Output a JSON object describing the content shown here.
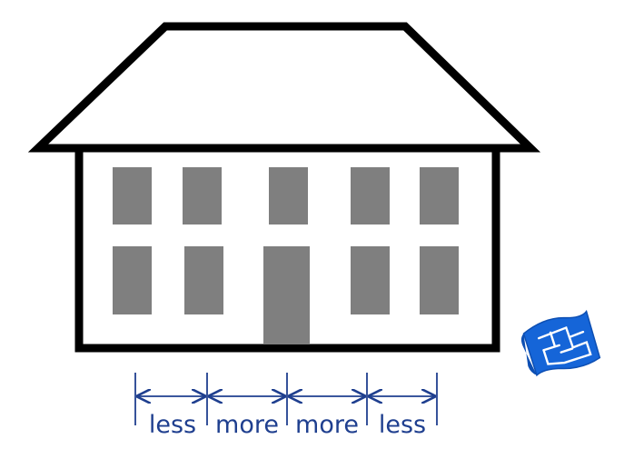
{
  "colors": {
    "outline": "#000000",
    "fill": "#ffffff",
    "window": "#7f7f7f",
    "door": "#7f7f7f",
    "dimension": "#1f3f8f",
    "blueprint": "#1565d8",
    "blueprint_light": "#ffffff"
  },
  "icons": {
    "blueprint": "blueprint-icon"
  },
  "dimensions": {
    "labels": [
      "less",
      "more",
      "more",
      "less"
    ]
  }
}
